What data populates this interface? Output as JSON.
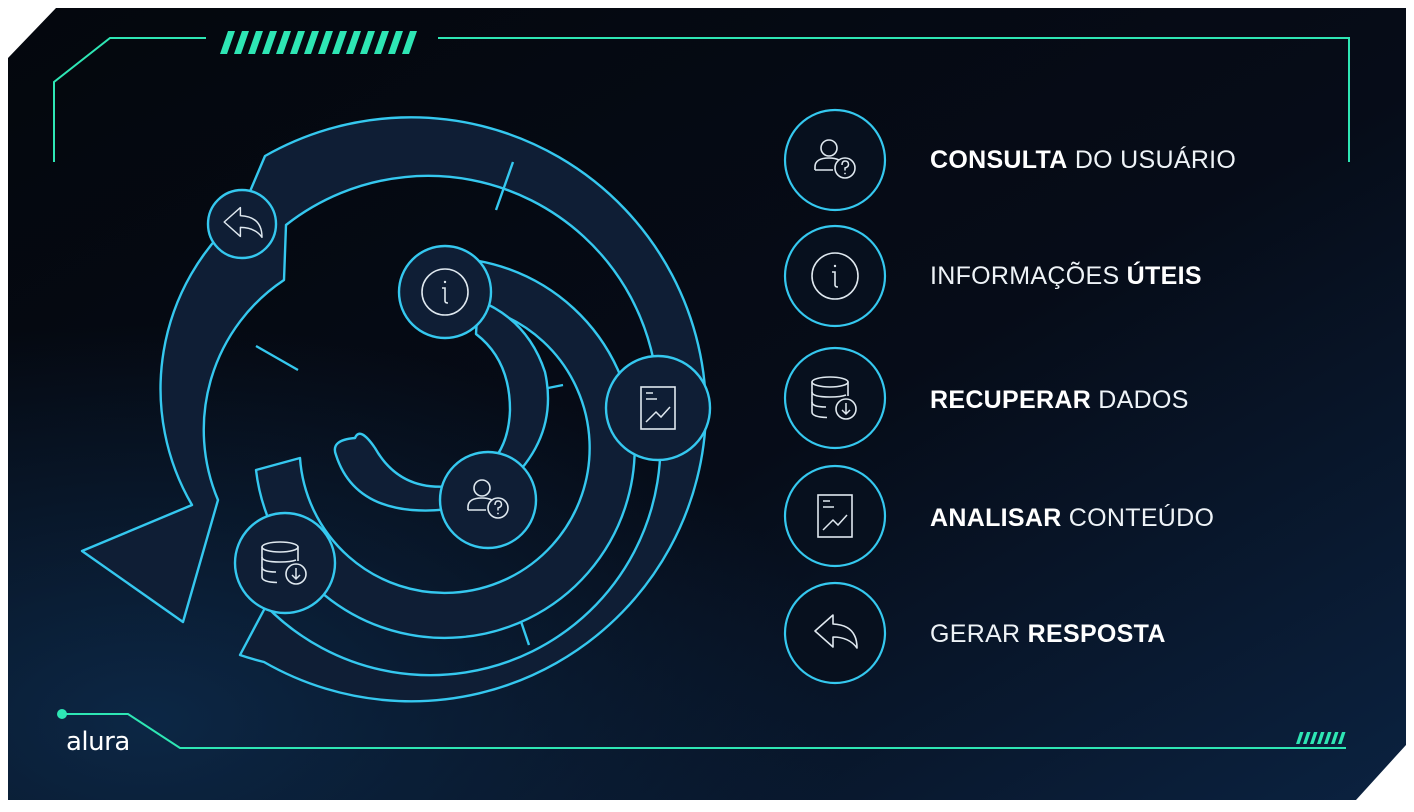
{
  "brand": {
    "name": "alura"
  },
  "colors": {
    "accent_green": "#2ee6b4",
    "cyan_stroke": "#35c8ef",
    "panel_bg": "#050a14",
    "ring_fill": "#0f1e35",
    "text": "#ffffff"
  },
  "cycle_icons": [
    "reply-arrow-icon",
    "info-icon",
    "chart-icon",
    "user-query-icon",
    "database-download-icon"
  ],
  "legend": [
    {
      "icon": "user-query-icon",
      "bold": "CONSULTA",
      "normal": " DO USUÁRIO",
      "bold_first": true
    },
    {
      "icon": "info-icon",
      "normal": "INFORMAÇÕES ",
      "bold": "ÚTEIS",
      "bold_first": false
    },
    {
      "icon": "database-download-icon",
      "bold": "RECUPERAR",
      "normal": " DADOS",
      "bold_first": true
    },
    {
      "icon": "chart-icon",
      "bold": "ANALISAR",
      "normal": " CONTEÚDO",
      "bold_first": true
    },
    {
      "icon": "reply-arrow-icon",
      "normal": "GERAR ",
      "bold": "RESPOSTA",
      "bold_first": false
    }
  ]
}
